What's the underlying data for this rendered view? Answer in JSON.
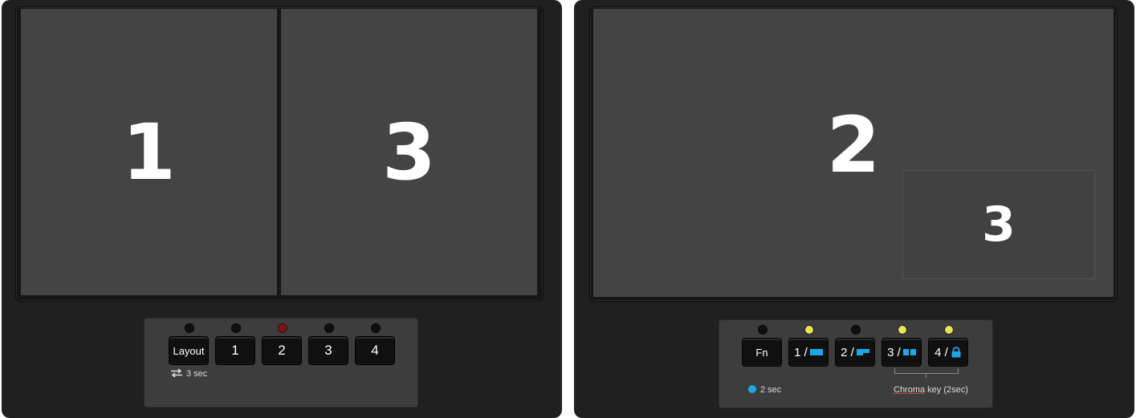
{
  "left_device": {
    "panes": [
      "1",
      "3"
    ],
    "keys": [
      "Layout",
      "1",
      "2",
      "3",
      "4"
    ],
    "leds": [
      "off",
      "off",
      "red",
      "off",
      "off"
    ],
    "hint": "3 sec",
    "hint_icon": "swap-arrows-icon"
  },
  "right_device": {
    "main_pane": "2",
    "pip_pane": "3",
    "keys": [
      {
        "label": "Fn",
        "icon": ""
      },
      {
        "label": "1 /",
        "icon": "layout-full-icon"
      },
      {
        "label": "2 /",
        "icon": "layout-corner-icon"
      },
      {
        "label": "3 /",
        "icon": "layout-split-icon"
      },
      {
        "label": "4 /",
        "icon": "lock-icon"
      }
    ],
    "leds": [
      "off",
      "yellow",
      "off",
      "yellow",
      "yellow"
    ],
    "fn_hint": "2 sec",
    "chroma_word": "Chroma",
    "chroma_rest": " key (2sec)"
  },
  "colors": {
    "accent_blue": "#1ea7e6",
    "led_yellow": "#e8e35a",
    "led_red": "#7a1515",
    "pane_gray": "#444444",
    "device_bg": "#202020"
  }
}
